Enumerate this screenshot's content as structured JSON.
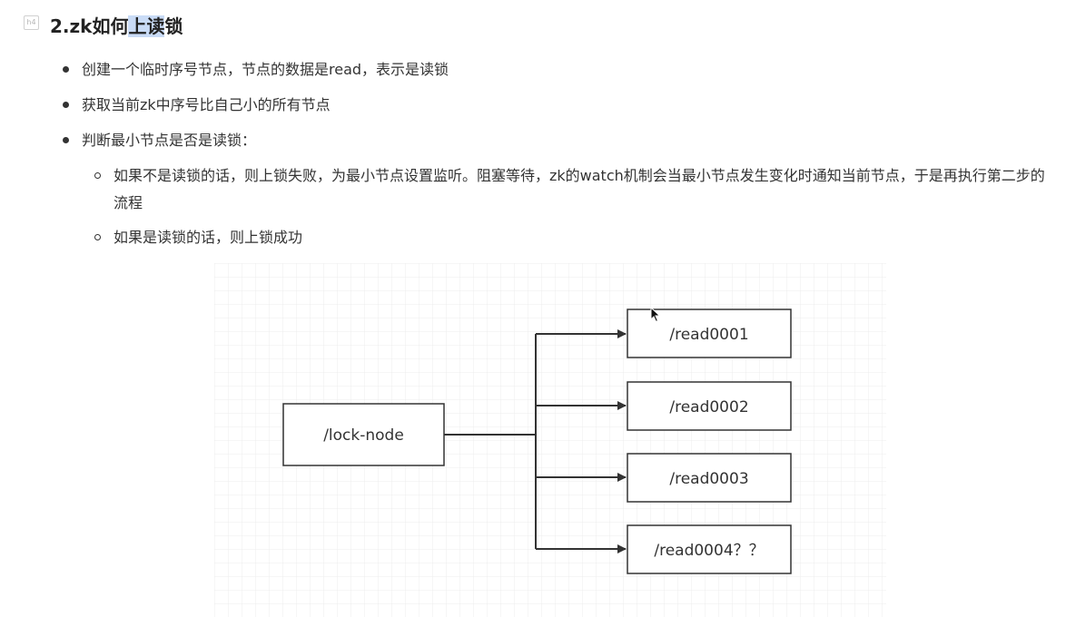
{
  "heading": {
    "marker": "h4",
    "prefix": "2.zk如何",
    "highlighted": "上读",
    "suffix": "锁"
  },
  "bullets": [
    {
      "text": "创建一个临时序号节点，节点的数据是read，表示是读锁"
    },
    {
      "text": "获取当前zk中序号比自己小的所有节点"
    },
    {
      "text": "判断最小节点是否是读锁："
    }
  ],
  "sub_bullets": [
    {
      "text": "如果不是读锁的话，则上锁失败，为最小节点设置监听。阻塞等待，zk的watch机制会当最小节点发生变化时通知当前节点，于是再执行第二步的流程"
    },
    {
      "text": "如果是读锁的话，则上锁成功"
    }
  ],
  "diagram": {
    "root": "/lock-node",
    "children": [
      "/read0001",
      "/read0002",
      "/read0003",
      "/read0004？？"
    ],
    "colors": {
      "grid": "#ececec",
      "stroke": "#333333"
    }
  }
}
